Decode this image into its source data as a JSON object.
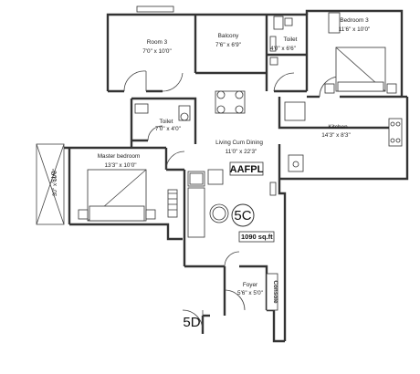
{
  "rooms": {
    "room3": {
      "name": "Room 3",
      "dims": "7'0\" x 10'0\""
    },
    "balcony": {
      "name": "Balcony",
      "dims": "7'6\" x 6'9\""
    },
    "toilet_top": {
      "name": "Toilet",
      "dims": "4'0\" x 6'6\""
    },
    "bedroom3": {
      "name": "Bedroom 3",
      "dims": "11'6\" x 10'0\""
    },
    "toilet_mid": {
      "name": "Toilet",
      "dims": "7'0\" x 4'0\""
    },
    "kitchen": {
      "name": "Kitchen",
      "dims": "14'3\" x 8'3\""
    },
    "living": {
      "name": "Living Cum Dining",
      "dims": "11'0\" x 22'3\""
    },
    "master": {
      "name": "Master bedroom",
      "dims": "13'3\" x 10'0\""
    },
    "ots": {
      "name": "OTS",
      "dims": "30\" x 10'0\""
    },
    "foyer": {
      "name": "Foyer",
      "dims": "5'6\" x 5'0\""
    },
    "console": {
      "name": "Console"
    }
  },
  "labels": {
    "brand": "AAFPL",
    "unit_main": "5C",
    "unit_next": "5D",
    "area": "1090 sq.ft"
  }
}
